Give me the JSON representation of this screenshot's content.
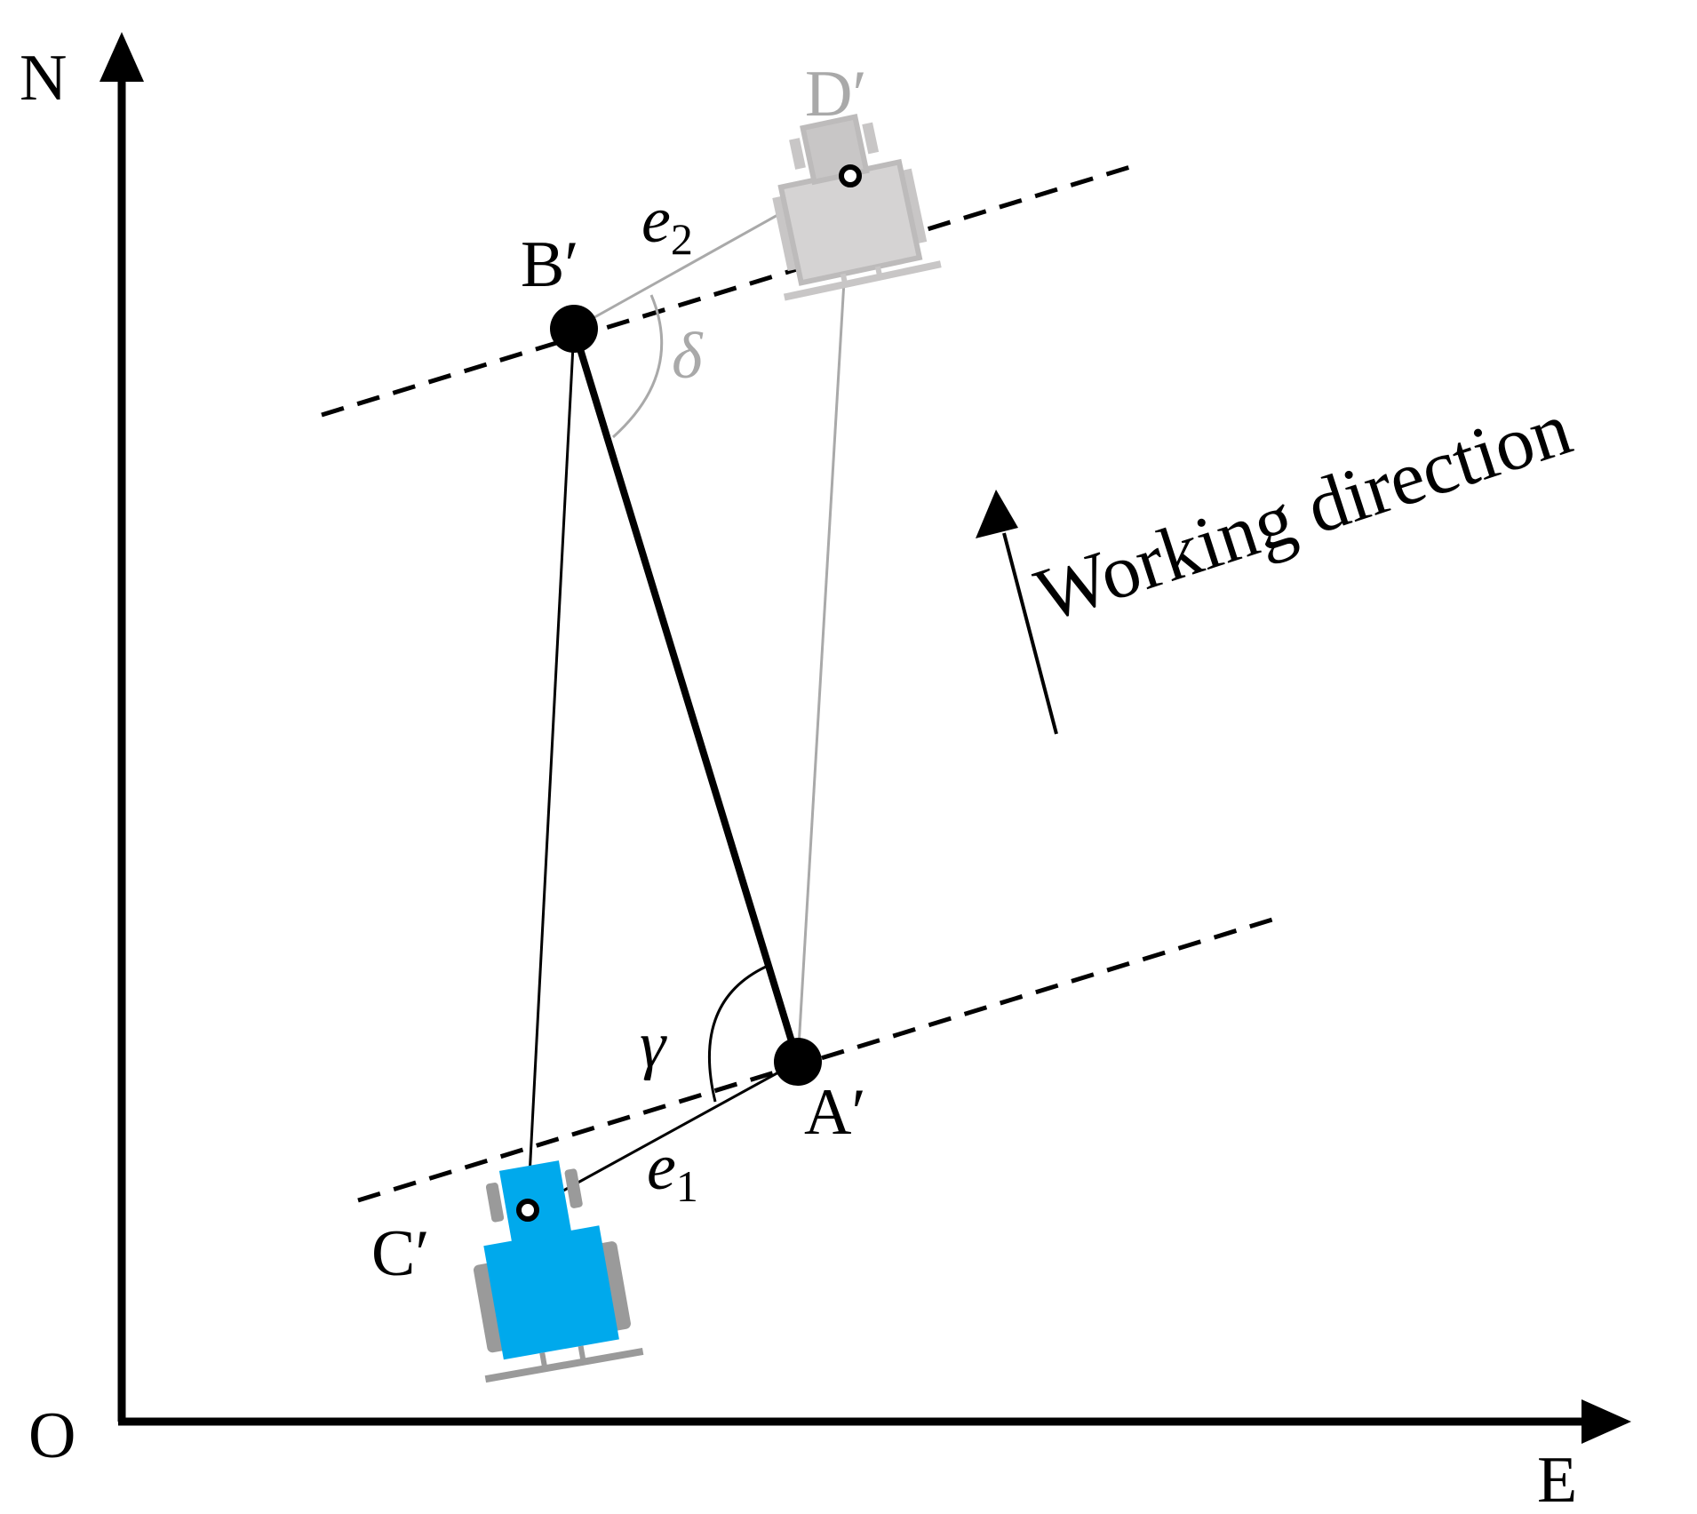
{
  "axes": {
    "origin": "O",
    "north": "N",
    "east": "E"
  },
  "points": {
    "a": "A′",
    "b": "B′",
    "c": "C′",
    "d": "D′"
  },
  "errors": {
    "e1": {
      "base": "e",
      "sub": "1"
    },
    "e2": {
      "base": "e",
      "sub": "2"
    }
  },
  "angles": {
    "gamma": "γ",
    "delta": "δ"
  },
  "working_direction": "Working direction",
  "colors": {
    "line": "#000000",
    "gray": "#a9a9a9",
    "tractor_body": "#00a9ec",
    "tractor_wheels": "#9a9a9a",
    "ghost_body": "#c8c6c6"
  }
}
